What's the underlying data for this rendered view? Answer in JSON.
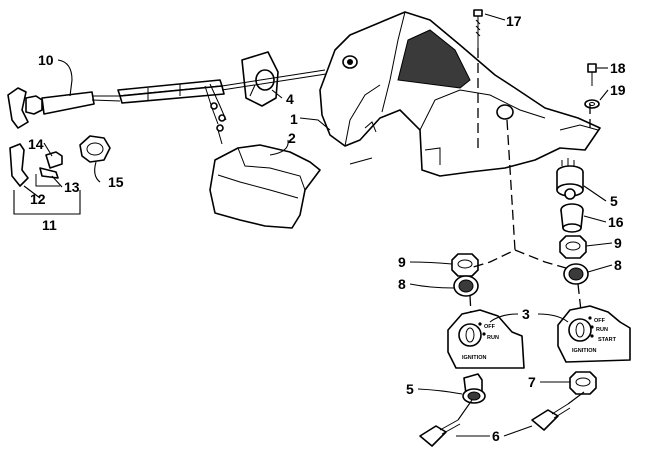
{
  "callouts": {
    "c1": "1",
    "c2": "2",
    "c3": "3",
    "c4": "4",
    "c5a": "5",
    "c5b": "5",
    "c6": "6",
    "c7": "7",
    "c8a": "8",
    "c8b": "8",
    "c9a": "9",
    "c9b": "9",
    "c10": "10",
    "c11": "11",
    "c12": "12",
    "c13": "13",
    "c14": "14",
    "c15": "15",
    "c16": "16",
    "c17": "17",
    "c18": "18",
    "c19": "19"
  },
  "plates": {
    "left": {
      "off": "OFF",
      "run": "RUN",
      "ignition": "IGNITION"
    },
    "right": {
      "off": "OFF",
      "run": "RUN",
      "start": "START",
      "ignition": "IGNITION"
    }
  }
}
